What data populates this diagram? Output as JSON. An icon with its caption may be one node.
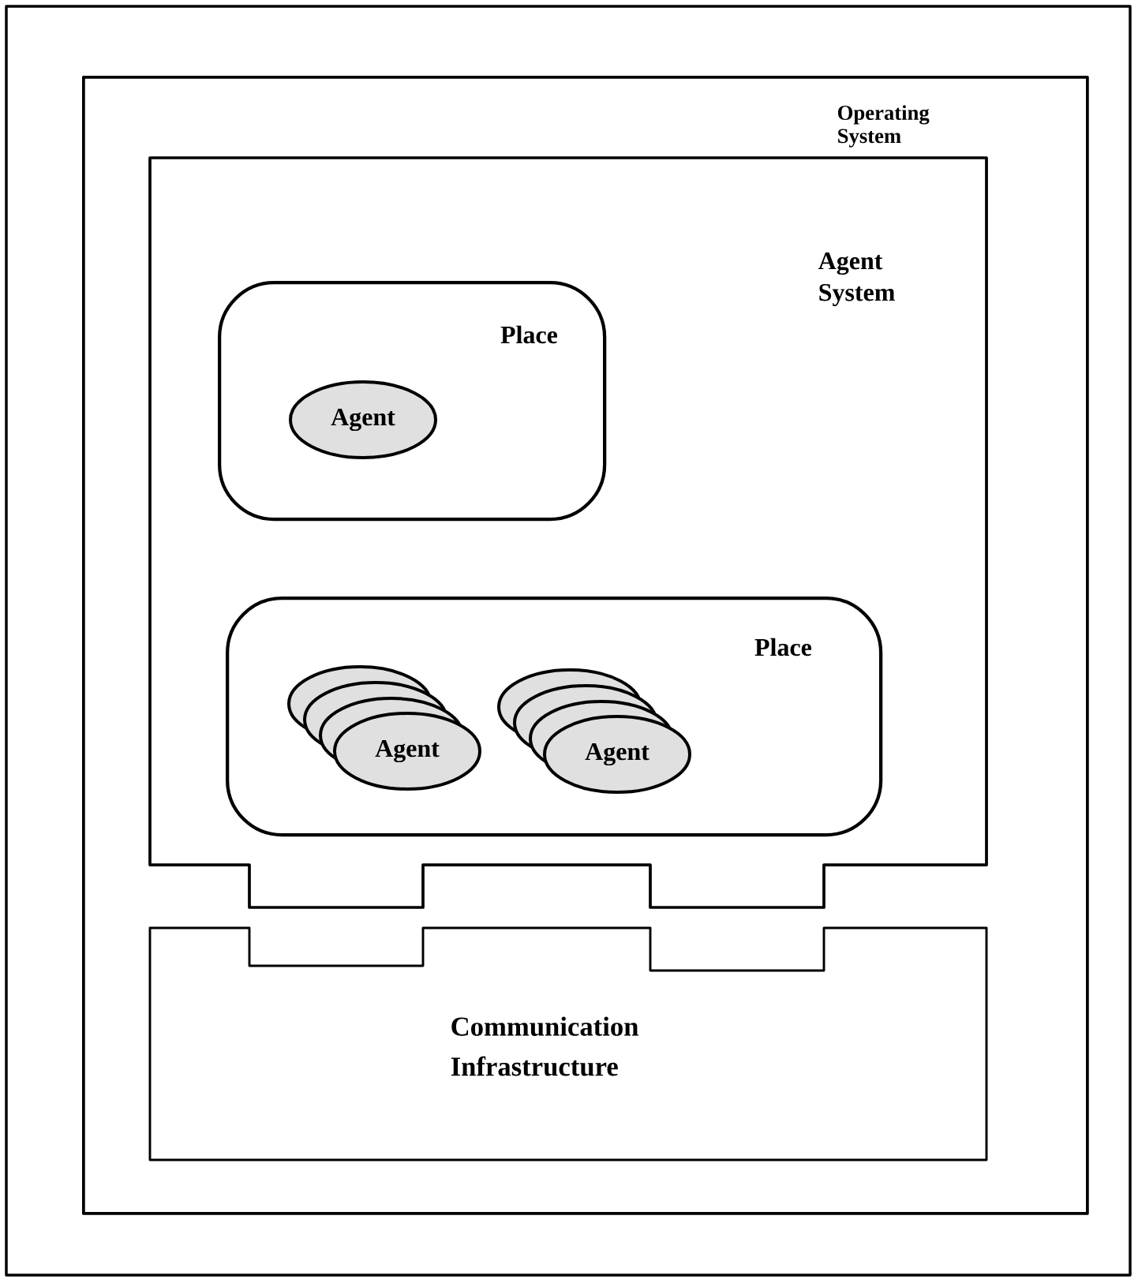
{
  "diagram": {
    "nodes": [
      {
        "text": [
          "Operating System"
        ]
      },
      {
        "text": [
          "Agent System"
        ],
        "in": 0
      },
      {
        "text": [
          "Place"
        ],
        "in": 1
      },
      {
        "text": [
          "Agent"
        ],
        "in": 2
      },
      {
        "text": [
          "Place"
        ],
        "in": 1
      },
      {
        "text": [
          "Agent"
        ],
        "in": 4
      },
      {
        "text": [
          "Agent"
        ],
        "in": 4
      },
      {
        "text": [
          "Communication Infrastructure"
        ],
        "in": 0
      }
    ]
  }
}
